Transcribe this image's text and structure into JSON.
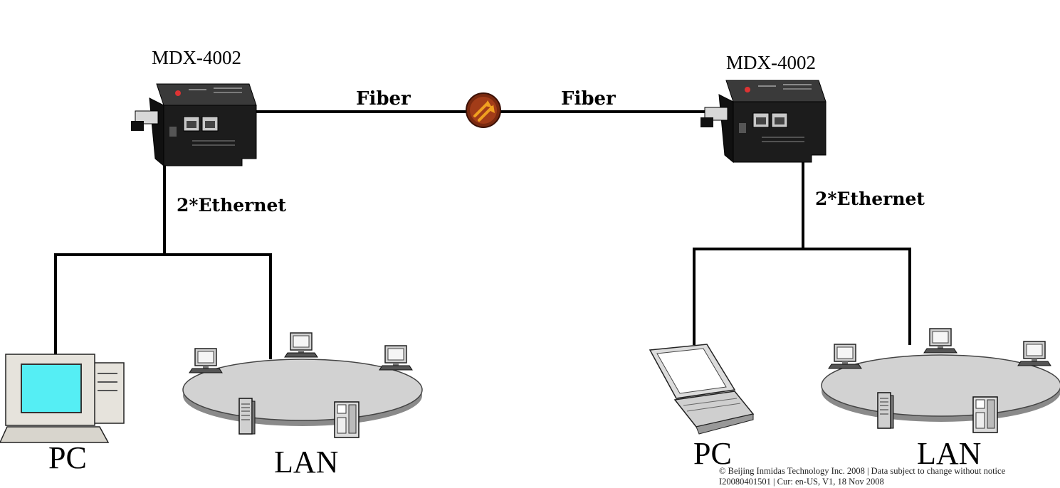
{
  "left": {
    "device_label": "MDX-4002",
    "uplink_label": "Fiber",
    "ethernet_label": "2*Ethernet",
    "pc_label": "PC",
    "lan_label": "LAN"
  },
  "right": {
    "device_label": "MDX-4002",
    "uplink_label": "Fiber",
    "ethernet_label": "2*Ethernet",
    "pc_label": "PC",
    "lan_label": "LAN"
  },
  "footer": {
    "line1": "© Beijing Inmidas Technology Inc. 2008 | Data subject to change without notice",
    "line2": "I20080401501 | Cur: en-US, V1, 18 Nov 2008"
  },
  "colors": {
    "line": "#000000",
    "device_body": "#1c1c1c",
    "lan_ring": "#d2d2d2",
    "monitor_screen": "#55eef4",
    "fiber_node": "#7a2a10",
    "fiber_arrow": "#f0a020"
  },
  "icons": [
    "media-converter-icon",
    "fiber-link-icon",
    "desktop-pc-icon",
    "laptop-icon",
    "workstation-icon",
    "server-tower-icon"
  ]
}
